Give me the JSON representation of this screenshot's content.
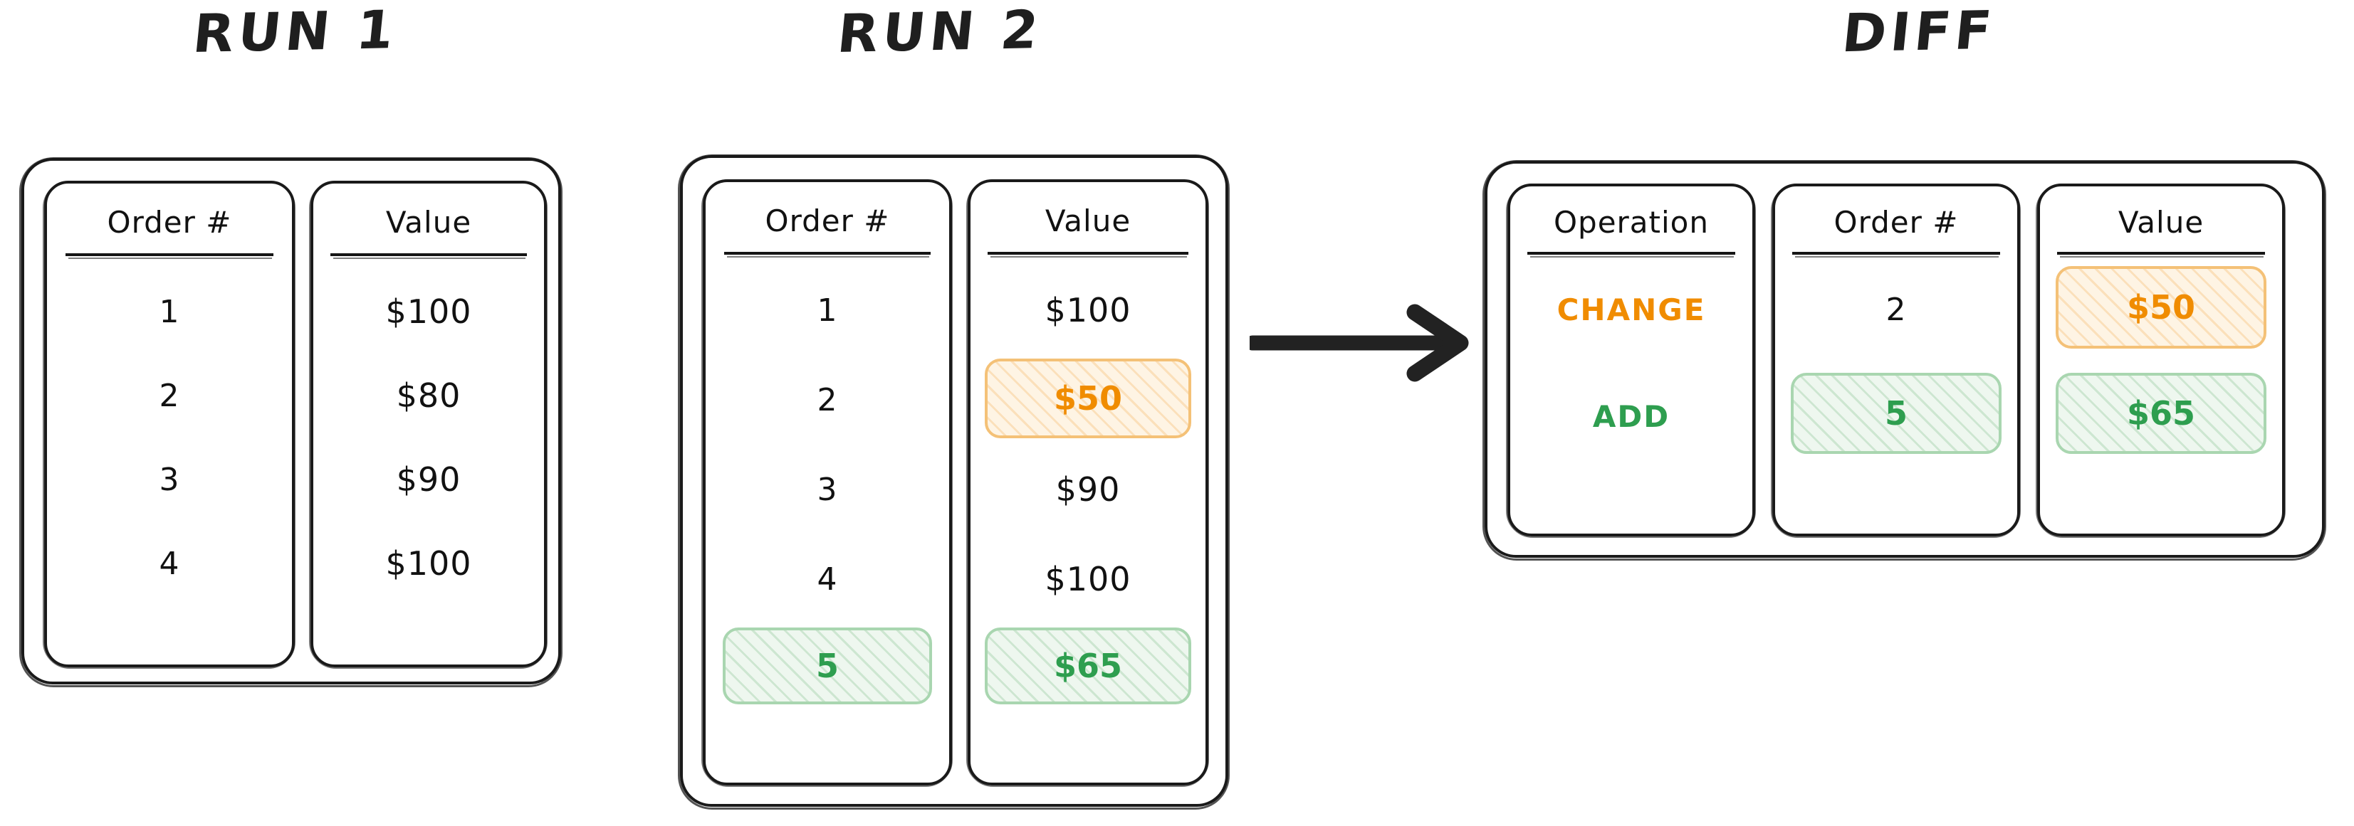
{
  "colors": {
    "ink": "#1a1a1a",
    "orange_text": "#F08C00",
    "orange_fill": "#FEF4E4",
    "orange_border": "#F4C177",
    "green_text": "#2E9E4F",
    "green_fill": "#EEF7EF",
    "green_border": "#A9D6B0"
  },
  "panels": {
    "run1": {
      "title": "RUN 1",
      "columns": [
        {
          "header": "Order #",
          "cells": [
            {
              "text": "1",
              "highlight": "none"
            },
            {
              "text": "2",
              "highlight": "none"
            },
            {
              "text": "3",
              "highlight": "none"
            },
            {
              "text": "4",
              "highlight": "none"
            }
          ]
        },
        {
          "header": "Value",
          "cells": [
            {
              "text": "$100",
              "highlight": "none"
            },
            {
              "text": "$80",
              "highlight": "none"
            },
            {
              "text": "$90",
              "highlight": "none"
            },
            {
              "text": "$100",
              "highlight": "none"
            }
          ]
        }
      ]
    },
    "run2": {
      "title": "RUN 2",
      "columns": [
        {
          "header": "Order #",
          "cells": [
            {
              "text": "1",
              "highlight": "none"
            },
            {
              "text": "2",
              "highlight": "none"
            },
            {
              "text": "3",
              "highlight": "none"
            },
            {
              "text": "4",
              "highlight": "none"
            },
            {
              "text": "5",
              "highlight": "green"
            }
          ]
        },
        {
          "header": "Value",
          "cells": [
            {
              "text": "$100",
              "highlight": "none"
            },
            {
              "text": "$50",
              "highlight": "orange"
            },
            {
              "text": "$90",
              "highlight": "none"
            },
            {
              "text": "$100",
              "highlight": "none"
            },
            {
              "text": "$65",
              "highlight": "green"
            }
          ]
        }
      ]
    },
    "diff": {
      "title": "DIFF",
      "columns": [
        {
          "header": "Operation",
          "cells": [
            {
              "text": "CHANGE",
              "highlight": "orange-text"
            },
            {
              "text": "ADD",
              "highlight": "green-text"
            }
          ]
        },
        {
          "header": "Order #",
          "cells": [
            {
              "text": "2",
              "highlight": "none"
            },
            {
              "text": "5",
              "highlight": "green"
            }
          ]
        },
        {
          "header": "Value",
          "cells": [
            {
              "text": "$50",
              "highlight": "orange"
            },
            {
              "text": "$65",
              "highlight": "green"
            }
          ]
        }
      ]
    }
  },
  "arrow": {
    "label": "flows-to",
    "direction": "right"
  }
}
